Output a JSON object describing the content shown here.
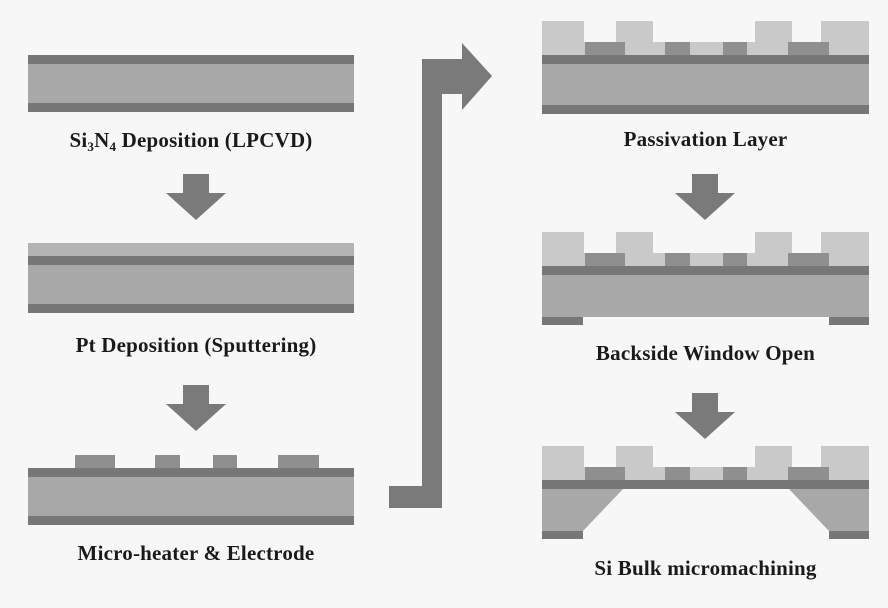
{
  "steps": [
    {
      "id": "si3n4",
      "label": {
        "pre": "Si",
        "sub1": "3",
        "mid": "N",
        "sub2": "4",
        "post": " Deposition (LPCVD)"
      }
    },
    {
      "id": "pt",
      "label": "Pt Deposition (Sputtering)"
    },
    {
      "id": "heater",
      "label": "Micro-heater & Electrode"
    },
    {
      "id": "passivation",
      "label": "Passivation Layer"
    },
    {
      "id": "backside",
      "label": "Backside Window Open"
    },
    {
      "id": "bulk",
      "label": "Si Bulk micromachining"
    }
  ],
  "colors": {
    "background": "#f7f7f7",
    "substrate": "#a8a8a8",
    "nitride": "#777777",
    "pt": "#b4b4b4",
    "electrode": "#8f8f8f",
    "heater": "#a9a9a9",
    "passivation": "#c9c9c9",
    "arrow": "#7a7a7a",
    "text": "#1a1a1a"
  }
}
